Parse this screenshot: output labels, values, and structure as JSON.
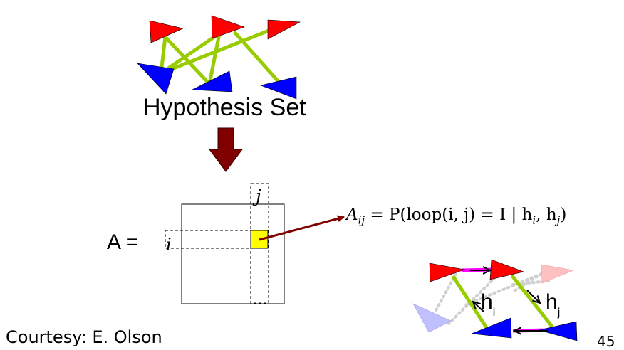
{
  "hypothesis_set": {
    "label": "Hypothesis Set"
  },
  "matrix": {
    "label": "A =",
    "row_index": "i",
    "col_index": "j"
  },
  "formula": {
    "lhs": "A",
    "lhs_sub": "ij",
    "rhs_text": " = P(loop(i, j) = I | h",
    "h_i_sub": "i",
    "mid": ", h",
    "h_j_sub": "j",
    "end": ")"
  },
  "loop_example": {
    "hi_base": "h",
    "hi_sub": "i",
    "hj_base": "h",
    "hj_sub": "j"
  },
  "footer": {
    "courtesy": "Courtesy: E. Olson",
    "page_number": "45"
  },
  "colors": {
    "red": "#ff0000",
    "blue": "#0000ff",
    "green_link": "#99cc00",
    "dark_red_arrow": "#800000",
    "cell_highlight": "#ffff00",
    "magenta": "#ff00ff",
    "faded_red": "#ffc0c0",
    "faded_blue": "#c0c0ff"
  },
  "icons": [
    "red-triangle-icon",
    "blue-triangle-icon",
    "down-arrow-icon"
  ]
}
